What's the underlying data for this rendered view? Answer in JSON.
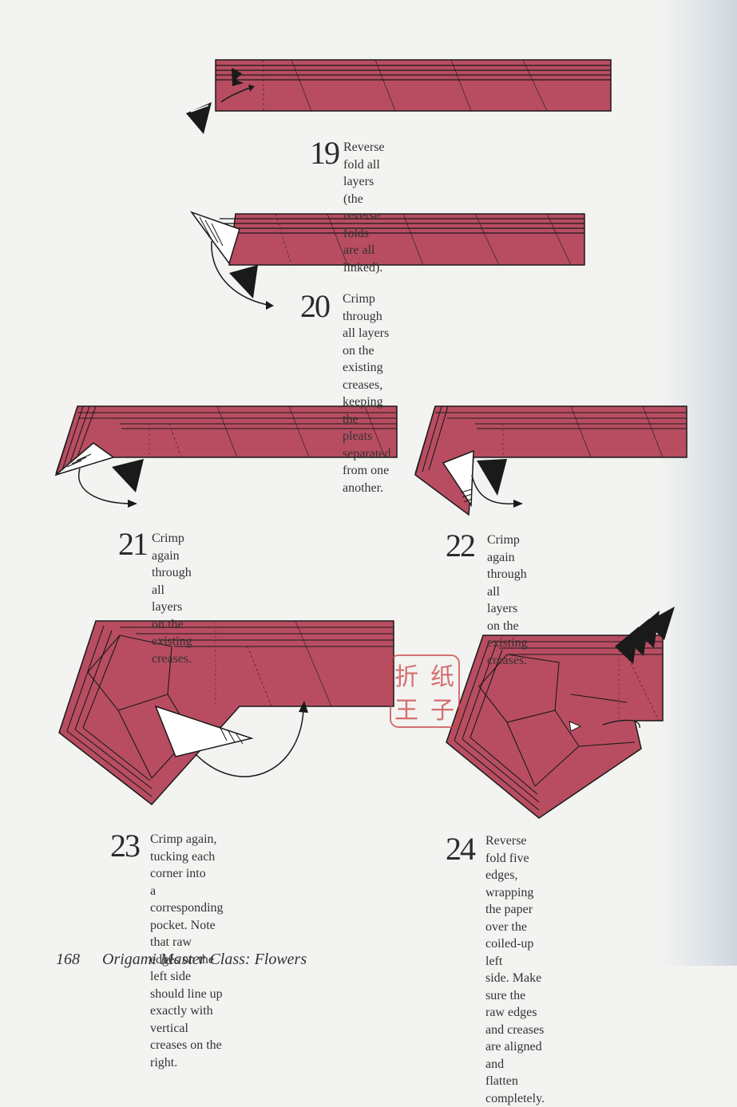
{
  "colors": {
    "paper": "#b84d61",
    "paper_dark": "#8e2f41",
    "line": "#1a1a1a",
    "white_side": "#ffffff",
    "stamp": "#c94444"
  },
  "steps": [
    {
      "number": "19",
      "text": "Reverse fold all layers (the\nreverse folds are all linked)."
    },
    {
      "number": "20",
      "text": "Crimp through all layers on the\nexisting creases, keeping the pleats\nseparated from one another."
    },
    {
      "number": "21",
      "text": "Crimp again through all layers\non the existing creases."
    },
    {
      "number": "22",
      "text": "Crimp again through all layers\non the existing creases."
    },
    {
      "number": "23",
      "text": "Crimp again, tucking each corner into\na corresponding pocket. Note that raw\nedges on the left side should line up\nexactly with vertical creases on the right."
    },
    {
      "number": "24",
      "text": "Reverse fold five edges, wrapping\nthe paper over the coiled-up left\nside. Make sure the raw edges\nand creases are aligned and\nflatten completely."
    }
  ],
  "stamp": {
    "text": [
      "折",
      "纸",
      "王",
      "子"
    ]
  },
  "footer": {
    "page_number": "168",
    "book_title": "Origami Master Class: Flowers"
  }
}
